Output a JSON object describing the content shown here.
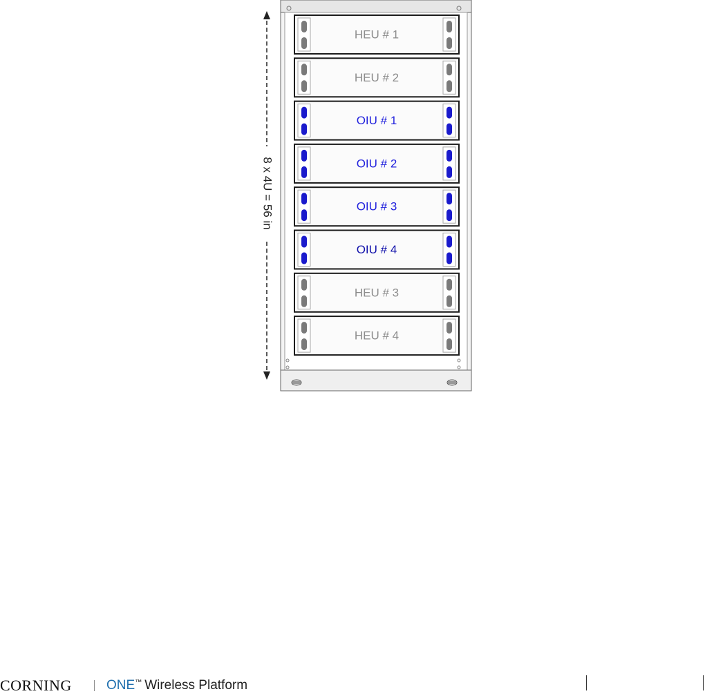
{
  "dimension_label": "8 x 4U = 56 in",
  "units": [
    {
      "label": "HEU # 1",
      "type": "HEU"
    },
    {
      "label": "HEU # 2",
      "type": "HEU"
    },
    {
      "label": "OIU # 1",
      "type": "OIU"
    },
    {
      "label": "OIU # 2",
      "type": "OIU"
    },
    {
      "label": "OIU # 3",
      "type": "OIU"
    },
    {
      "label": "OIU # 4",
      "type": "OIU"
    },
    {
      "label": "HEU # 3",
      "type": "HEU"
    },
    {
      "label": "HEU # 4",
      "type": "HEU"
    }
  ],
  "colors": {
    "heu_text": "#8c8c8c",
    "heu_handle": "#7a7a7a",
    "oiu_text": "#2222dd",
    "oiu_handle": "#1a1acc",
    "oiu_highlight_text": "#1010aa"
  },
  "footer": {
    "brand": "CORNING",
    "product_one": "ONE",
    "trademark": "™",
    "product_rest": "Wireless Platform"
  }
}
